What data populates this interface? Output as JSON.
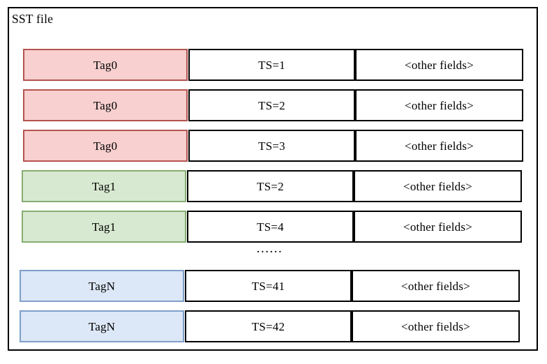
{
  "diagram": {
    "title": "SST file",
    "columns": [
      "tag",
      "timestamp",
      "other_fields"
    ],
    "rows": [
      {
        "tag": "Tag0",
        "ts": "TS=1",
        "other": "<other fields>",
        "color": "pink"
      },
      {
        "tag": "Tag0",
        "ts": "TS=2",
        "other": "<other fields>",
        "color": "pink"
      },
      {
        "tag": "Tag0",
        "ts": "TS=3",
        "other": "<other fields>",
        "color": "pink"
      },
      {
        "tag": "Tag1",
        "ts": "TS=2",
        "other": "<other fields>",
        "color": "green"
      },
      {
        "tag": "Tag1",
        "ts": "TS=4",
        "other": "<other fields>",
        "color": "green"
      },
      {
        "tag": "TagN",
        "ts": "TS=41",
        "other": "<other fields>",
        "color": "blue"
      },
      {
        "tag": "TagN",
        "ts": "TS=42",
        "other": "<other fields>",
        "color": "blue"
      }
    ],
    "ellipsis": "......",
    "colors": {
      "pink_fill": "#f8d0d0",
      "pink_border": "#b5534f",
      "green_fill": "#d8e9d1",
      "green_border": "#86ae70",
      "blue_fill": "#dce7f7",
      "blue_border": "#7e9fc9",
      "frame_border": "#000000",
      "cell_border": "#000000",
      "background": "#ffffff"
    }
  }
}
